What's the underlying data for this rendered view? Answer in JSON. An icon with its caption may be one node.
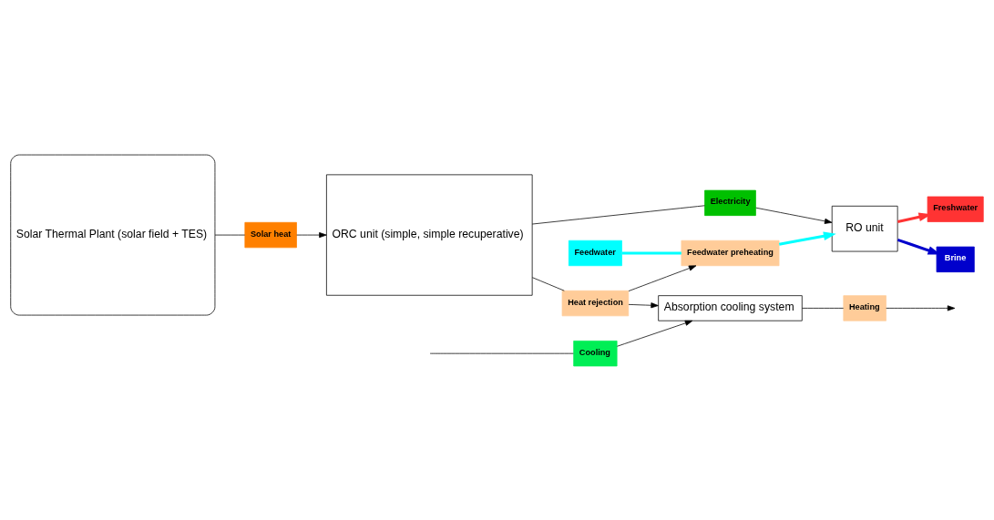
{
  "diagram": {
    "nodes": [
      {
        "text": [
          "Solar Thermal Plant (solar field + TES)"
        ]
      },
      {
        "text": [
          "Solar heat"
        ]
      },
      {
        "text": [
          "ORC unit (simple, simple recuperative)"
        ]
      },
      {
        "text": [
          "Electricity"
        ]
      },
      {
        "text": [
          "RO unit"
        ]
      },
      {
        "text": [
          "Freshwater"
        ]
      },
      {
        "text": [
          "Brine"
        ]
      },
      {
        "text": [
          "Heat rejection"
        ]
      },
      {
        "text": [
          "Feedwater preheating"
        ]
      },
      {
        "text": [
          "Absorption cooling system"
        ]
      },
      {
        "text": [
          "Cooling"
        ]
      },
      {
        "text": [
          "Heating"
        ]
      },
      {
        "text": [
          "Feedwater"
        ]
      }
    ],
    "edges": [
      {
        "from": 0,
        "to": 1,
        "arrow": "none"
      },
      {
        "from": 1,
        "to": 2,
        "arrow": "to"
      },
      {
        "from": 2,
        "to": 3,
        "arrow": "none"
      },
      {
        "from": 3,
        "to": 4,
        "arrow": "to"
      },
      {
        "from": 4,
        "to": 5,
        "arrow": "to",
        "style": "thick",
        "color": "#ff3333"
      },
      {
        "from": 4,
        "to": 6,
        "arrow": "to",
        "style": "thick",
        "color": "#0000cc"
      },
      {
        "from": 2,
        "to": 7,
        "arrow": "none"
      },
      {
        "from": 7,
        "to": 9,
        "arrow": "to"
      },
      {
        "from": 7,
        "to": 8,
        "arrow": "to"
      },
      {
        "from": 12,
        "to": 8,
        "arrow": "none",
        "style": "thick",
        "color": "#00ffff"
      },
      {
        "from": 8,
        "to": 4,
        "arrow": "to",
        "style": "thick",
        "color": "#00ffff"
      },
      {
        "from": null,
        "to": 10,
        "arrow": "none"
      },
      {
        "from": 10,
        "to": 9,
        "arrow": "to"
      },
      {
        "from": 9,
        "to": 11,
        "arrow": "none"
      },
      {
        "from": 11,
        "to": null,
        "arrow": "to"
      }
    ]
  }
}
